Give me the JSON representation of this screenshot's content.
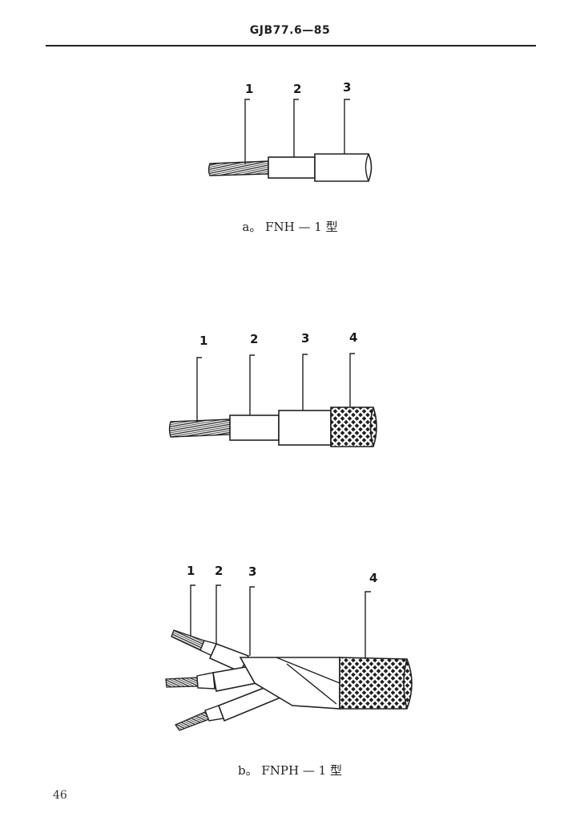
{
  "header": {
    "standard_code": "GJB77.6—85"
  },
  "figure_top": {
    "callouts": [
      "1",
      "2",
      "3"
    ],
    "caption": "a。 FNH — 1 型"
  },
  "figure_middle": {
    "callouts": [
      "1",
      "2",
      "3",
      "4"
    ]
  },
  "figure_bottom": {
    "callouts": [
      "1",
      "2",
      "3",
      "4"
    ],
    "caption": "b。 FNPH — 1 型"
  },
  "footer": {
    "page_number": "46"
  }
}
